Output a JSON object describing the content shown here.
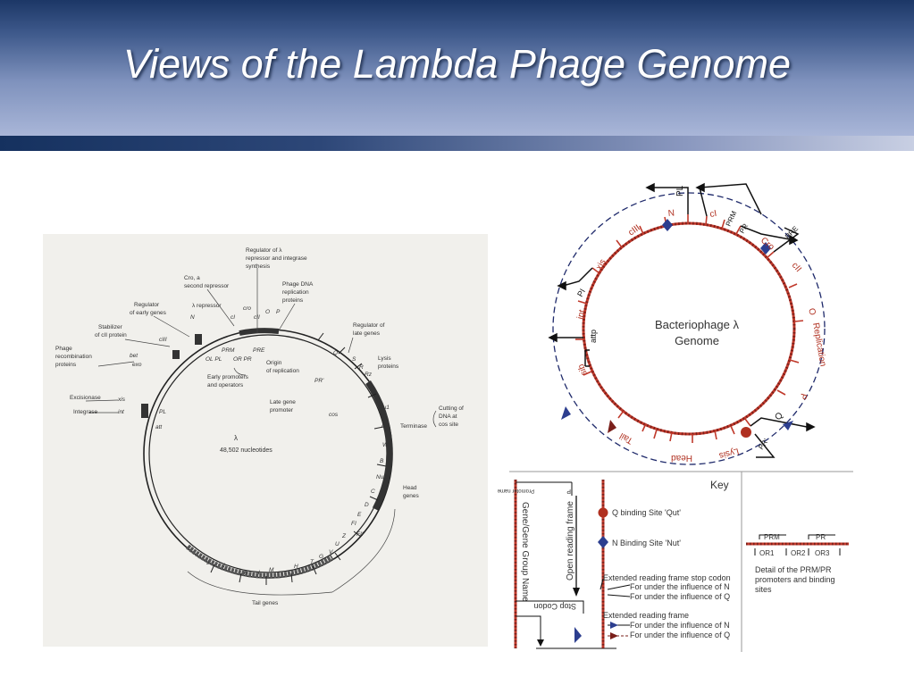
{
  "slide": {
    "title": "Views of the Lambda Phage Genome"
  },
  "left_map": {
    "center": [
      "λ",
      "48,502 nucleotides"
    ],
    "labels": {
      "regulator_repressor": [
        "Regulator of λ",
        "repressor and integrase",
        "synthesis"
      ],
      "cro": [
        "Cro, a",
        "second repressor"
      ],
      "phage_dna": [
        "Phage DNA",
        "replication",
        "proteins"
      ],
      "regulator_early": [
        "Regulator",
        "of early genes"
      ],
      "lambda_repressor": "λ repressor",
      "stabilizer": [
        "Stabilizer",
        "of cII protein"
      ],
      "phage_recomb": [
        "Phage",
        "recombination",
        "proteins"
      ],
      "regulator_late": [
        "Regulator of",
        "late genes"
      ],
      "lysis_proteins": [
        "Lysis",
        "proteins"
      ],
      "excisionase": "Excisionase",
      "integrase": "Integrase",
      "early_promoters": [
        "Early promoters",
        "and operators"
      ],
      "origin": [
        "Origin",
        "of replication"
      ],
      "late_promoter": [
        "Late gene",
        "promoter"
      ],
      "cutting": [
        "Cutting of",
        "DNA at",
        "cos site"
      ],
      "terminase": "Terminase",
      "head_genes": [
        "Head",
        "genes"
      ],
      "tail_genes": "Tail genes"
    },
    "genes": {
      "N": "N",
      "cI": "cI",
      "cro": "cro",
      "cII": "cII",
      "O": "O",
      "P": "P",
      "cIII": "cIII",
      "bet": "bet",
      "exo": "exo",
      "xis": "xis",
      "int": "int",
      "PL": "PL",
      "att": "att",
      "PRM": "PRM",
      "PRE": "PRE",
      "OLPL": "OL PL",
      "ORPR": "OR PR",
      "Q": "Q",
      "S": "S",
      "R": "R",
      "Rz": "Rz",
      "PRp": "PR'",
      "Nu1": "Nu1",
      "A": "A",
      "cos": "cos",
      "W": "W",
      "B": "B",
      "Nu3": "Nu3",
      "C": "C",
      "D": "D",
      "E": "E",
      "FI": "FI",
      "FII": "FII",
      "Z": "Z",
      "U": "U",
      "V": "V",
      "G": "G",
      "T": "T",
      "H": "H",
      "M": "M",
      "L": "L",
      "K": "K",
      "I": "I",
      "J": "J"
    }
  },
  "right_map": {
    "center": [
      "Bacteriophage λ",
      "Genome"
    ],
    "genes": {
      "PL": "PL",
      "N": "N",
      "cI": "cI",
      "PRM": "PRM",
      "PR": "PR",
      "cro": "Cro",
      "PRE": "PRE",
      "cII": "cII",
      "O": "O",
      "Replication": "Replication",
      "P": "P",
      "Q": "Q",
      "PR2": "PR'",
      "Lysis": "Lysis",
      "Head": "Head",
      "Tail": "Tail",
      "sib": "sib",
      "attp": "attp",
      "int": "int",
      "PI": "PI",
      "xis": "xis",
      "cIII": "cIII"
    }
  },
  "key": {
    "title": "Key",
    "promoter_name": "Promoter name",
    "P": "P",
    "group_name": "Gene/Gene Group Name",
    "orf": "Open reading frame",
    "stop": "Stop Codon",
    "q_site": "Q binding Site 'Qut'",
    "n_site": "N Binding Site 'Nut'",
    "ext_stop": "Extended reading frame stop codon",
    "under_n": "For under the influence of N",
    "under_q": "For under the influence of Q",
    "ext_frame": "Extended reading frame",
    "under_n2": "For under the influence of N",
    "under_q2": "For under the influence of Q",
    "detail": {
      "PRM": "PRM",
      "PR": "PR",
      "OR1": "OR1",
      "OR2": "OR2",
      "OR3": "OR3",
      "caption": [
        "Detail of the PRM/PR",
        "promoters and binding",
        "sites"
      ]
    }
  },
  "colors": {
    "dna": "#c0392b",
    "n_site": "#2c3e8f",
    "q_site": "#b03020",
    "dash": "#1f2a6b"
  }
}
